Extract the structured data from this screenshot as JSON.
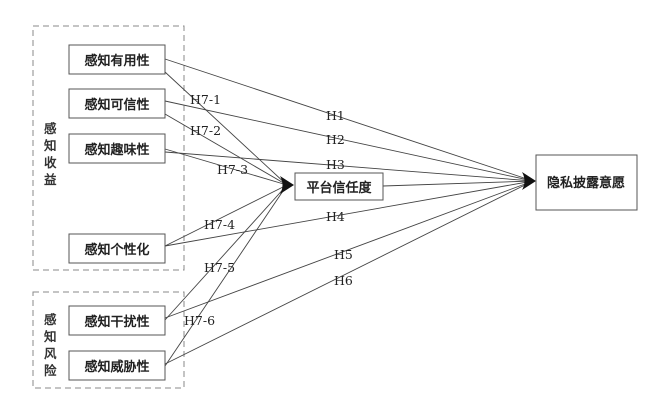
{
  "groups": {
    "benefit": {
      "label": [
        "感",
        "知",
        "收",
        "益"
      ]
    },
    "risk": {
      "label": [
        "感",
        "知",
        "风",
        "险"
      ]
    }
  },
  "nodes": {
    "usefulness": "感知有用性",
    "credibility": "感知可信性",
    "interest": "感知趣味性",
    "personalization": "感知个性化",
    "interference": "感知干扰性",
    "threat": "感知威胁性",
    "trust": "平台信任度",
    "intention": "隐私披露意愿"
  },
  "edges": {
    "h1": "H1",
    "h2": "H2",
    "h3": "H3",
    "h4": "H4",
    "h5": "H5",
    "h6": "H6",
    "h7_1": "H7-1",
    "h7_2": "H7-2",
    "h7_3": "H7-3",
    "h7_4": "H7-4",
    "h7_5": "H7-5",
    "h7_6": "H7-6"
  },
  "colors": {
    "line": "#444444",
    "arrow": "#111111",
    "dashed_border": "#8a8a8a"
  }
}
